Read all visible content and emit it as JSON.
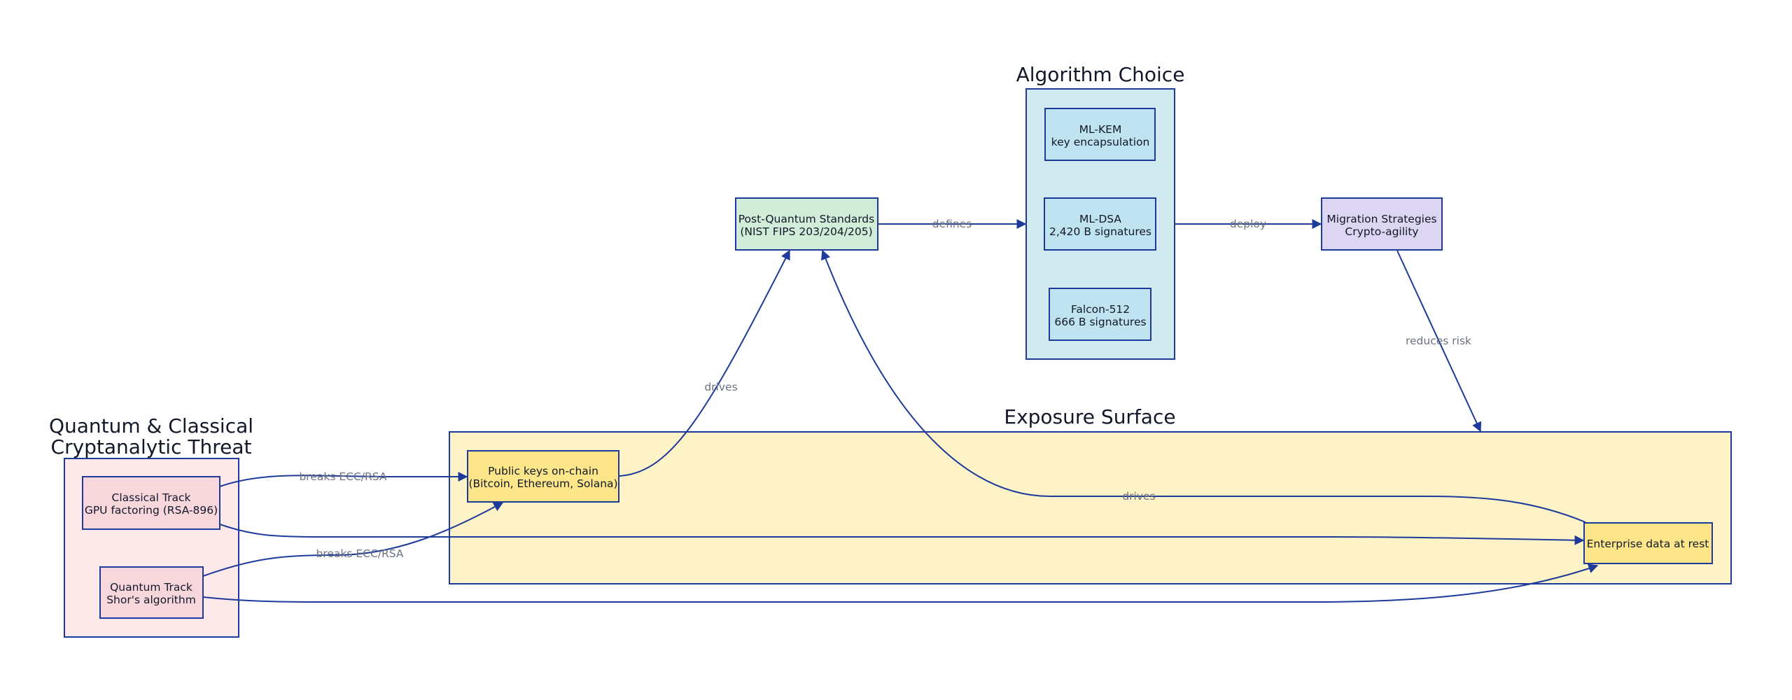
{
  "clusters": {
    "threat": {
      "title_line1": "Quantum & Classical",
      "title_line2": "Cryptanalytic Threat",
      "fill": "#fde8ea"
    },
    "exposure": {
      "title": "Exposure Surface",
      "fill": "#fef3c7"
    },
    "algorithm": {
      "title": "Algorithm Choice",
      "fill": "#d1ebf1"
    }
  },
  "nodes": {
    "classical": {
      "line1": "Classical Track",
      "line2": "GPU factoring (RSA-896)",
      "fill": "#f8d7dc"
    },
    "quantum": {
      "line1": "Quantum Track",
      "line2": "Shor's algorithm",
      "fill": "#f8d7dc"
    },
    "pubkeys": {
      "line1": "Public keys on-chain",
      "line2": "(Bitcoin, Ethereum, Solana)",
      "fill": "#fde68a"
    },
    "enterprise": {
      "line1": "Enterprise data at rest",
      "fill": "#fde68a"
    },
    "standards": {
      "line1": "Post-Quantum Standards",
      "line2": "(NIST FIPS 203/204/205)",
      "fill": "#d1ecd8"
    },
    "mlkem": {
      "line1": "ML-KEM",
      "line2": "key encapsulation",
      "fill": "#bfe3f1"
    },
    "mldsa": {
      "line1": "ML-DSA",
      "line2": "2,420 B signatures",
      "fill": "#bfe3f1"
    },
    "falcon": {
      "line1": "Falcon-512",
      "line2": "666 B signatures",
      "fill": "#bfe3f1"
    },
    "migration": {
      "line1": "Migration Strategies",
      "line2": "Crypto-agility",
      "fill": "#ddd6f3"
    }
  },
  "edges": {
    "breaks_classical": "breaks ECC/RSA",
    "breaks_quantum": "breaks ECC/RSA",
    "drives_pubkeys": "drives",
    "drives_enterprise": "drives",
    "defines": "defines",
    "deploy": "deploy",
    "reduces_risk": "reduces risk"
  },
  "colors": {
    "stroke": "#1e3a9a",
    "label": "#6b7280",
    "text": "#111827"
  }
}
